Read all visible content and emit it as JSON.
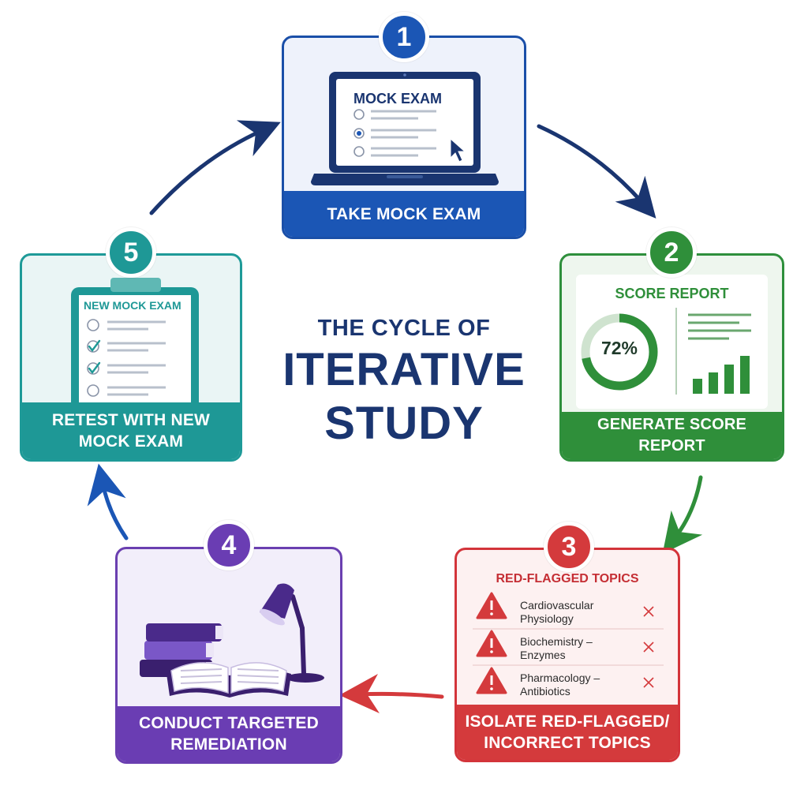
{
  "title": {
    "line1": "THE CYCLE OF",
    "line2": "ITERATIVE",
    "line3": "STUDY"
  },
  "steps": [
    {
      "number": "1",
      "label": "TAKE MOCK EXAM",
      "screen_title": "MOCK EXAM",
      "color": "#1b56b5"
    },
    {
      "number": "2",
      "label": "GENERATE SCORE REPORT",
      "report_title": "SCORE REPORT",
      "score": "72%",
      "score_fraction": 0.72,
      "color": "#2f8f3a"
    },
    {
      "number": "3",
      "label_line1": "ISOLATE RED-FLAGGED/",
      "label_line2": "INCORRECT TOPICS",
      "list_title": "RED-FLAGGED TOPICS",
      "topics": [
        {
          "line1": "Cardiovascular",
          "line2": "Physiology"
        },
        {
          "line1": "Biochemistry –",
          "line2": "Enzymes"
        },
        {
          "line1": "Pharmacology –",
          "line2": "Antibiotics"
        }
      ],
      "color": "#d43a3c"
    },
    {
      "number": "4",
      "label_line1": "CONDUCT TARGETED",
      "label_line2": "REMEDIATION",
      "color": "#6a3db3"
    },
    {
      "number": "5",
      "label_line1": "RETEST WITH NEW",
      "label_line2": "MOCK EXAM",
      "clipboard_title": "NEW MOCK EXAM",
      "color": "#1e9896"
    }
  ],
  "icons": [
    "laptop-icon",
    "cursor-icon",
    "donut-chart-icon",
    "bar-chart-icon",
    "warning-icon",
    "x-icon",
    "books-icon",
    "lamp-icon",
    "clipboard-icon",
    "checkmark-icon"
  ]
}
